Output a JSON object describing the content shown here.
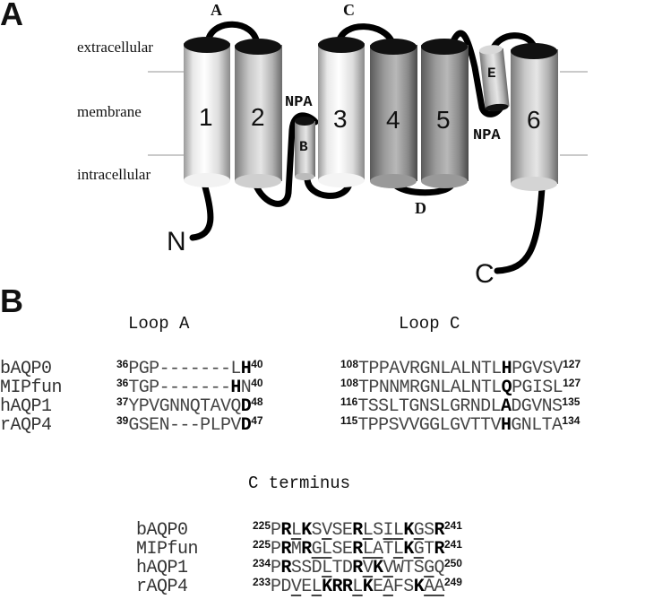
{
  "panel_a": {
    "label": "A",
    "regions": [
      "extracellular",
      "membrane",
      "intracellular"
    ],
    "helices": [
      "1",
      "2",
      "3",
      "4",
      "5",
      "6"
    ],
    "loops": {
      "A": "A",
      "B": "B",
      "C": "C",
      "D": "D",
      "E": "E"
    },
    "motifs": {
      "npa_1": "NPA",
      "npa_2": "NPA"
    },
    "termini": {
      "n": "N",
      "c": "C"
    }
  },
  "panel_b": {
    "label": "B",
    "loop_a": {
      "title": "Loop A",
      "rows": [
        {
          "name": "bAQP0",
          "start": "36",
          "residues": [
            [
              "PGP-------L",
              ""
            ],
            [
              "H",
              "b"
            ]
          ],
          "end": "40"
        },
        {
          "name": "MIPfun",
          "start": "36",
          "residues": [
            [
              "TGP-------",
              ""
            ],
            [
              "H",
              "b"
            ],
            [
              "N",
              ""
            ]
          ],
          "end": "40"
        },
        {
          "name": "hAQP1",
          "start": "37",
          "residues": [
            [
              "YPVGNNQTAVQ",
              ""
            ],
            [
              "D",
              "b"
            ]
          ],
          "end": "48"
        },
        {
          "name": "rAQP4",
          "start": "39",
          "residues": [
            [
              "GSEN---PLPV",
              ""
            ],
            [
              "D",
              "b"
            ]
          ],
          "end": "47"
        }
      ]
    },
    "loop_c": {
      "title": "Loop C",
      "rows": [
        {
          "start": "108",
          "residues": [
            [
              "TPPAVRGNLALNTL",
              ""
            ],
            [
              "H",
              "b"
            ],
            [
              "PGVSV",
              ""
            ]
          ],
          "end": "127"
        },
        {
          "start": "108",
          "residues": [
            [
              "TPNNMRGNLALNTL",
              ""
            ],
            [
              "Q",
              "b"
            ],
            [
              "PGISL",
              ""
            ]
          ],
          "end": "127"
        },
        {
          "start": "116",
          "residues": [
            [
              "TSSLTGNSLGRNDL",
              ""
            ],
            [
              "A",
              "b"
            ],
            [
              "DGVNS",
              ""
            ]
          ],
          "end": "135"
        },
        {
          "start": "115",
          "residues": [
            [
              "TPPSVVGGLGVTTV",
              ""
            ],
            [
              "H",
              "b"
            ],
            [
              "GNLTA",
              ""
            ]
          ],
          "end": "134"
        }
      ]
    },
    "c_terminus": {
      "title": "C terminus",
      "rows": [
        {
          "name": "bAQP0",
          "start": "225",
          "residues": [
            [
              "P",
              ""
            ],
            [
              "R",
              "b"
            ],
            [
              "L",
              "u"
            ],
            [
              "K",
              "b"
            ],
            [
              "S",
              ""
            ],
            [
              "V",
              "u"
            ],
            [
              "SE",
              ""
            ],
            [
              "R",
              "b"
            ],
            [
              "L",
              "u"
            ],
            [
              "S",
              ""
            ],
            [
              "I",
              "u"
            ],
            [
              "L",
              "u"
            ],
            [
              "K",
              "b"
            ],
            [
              "G",
              "u"
            ],
            [
              "S",
              ""
            ],
            [
              "R",
              "b"
            ]
          ],
          "end": "241"
        },
        {
          "name": "MIPfun",
          "start": "225",
          "residues": [
            [
              "P",
              ""
            ],
            [
              "R",
              "b"
            ],
            [
              "M",
              ""
            ],
            [
              "R",
              "b"
            ],
            [
              "GL",
              "u"
            ],
            [
              "SE",
              ""
            ],
            [
              "R",
              "b"
            ],
            [
              "LA",
              "u"
            ],
            [
              "T",
              ""
            ],
            [
              "L",
              "u"
            ],
            [
              "K",
              "b"
            ],
            [
              "G",
              "u"
            ],
            [
              "T",
              ""
            ],
            [
              "R",
              "b"
            ]
          ],
          "end": "241"
        },
        {
          "name": "hAQP1",
          "start": "234",
          "residues": [
            [
              "P",
              ""
            ],
            [
              "R",
              "b"
            ],
            [
              "SSD",
              ""
            ],
            [
              "L",
              "u"
            ],
            [
              "TD",
              ""
            ],
            [
              "R",
              "b"
            ],
            [
              "V",
              "u"
            ],
            [
              "K",
              "b"
            ],
            [
              "V",
              "u"
            ],
            [
              "WTS",
              ""
            ],
            [
              "G",
              "u"
            ],
            [
              "Q",
              ""
            ]
          ],
          "end": "250"
        },
        {
          "name": "rAQP4",
          "start": "233",
          "residues": [
            [
              "PD",
              ""
            ],
            [
              "V",
              "u"
            ],
            [
              "E",
              ""
            ],
            [
              "L",
              "u"
            ],
            [
              "KRR",
              "b"
            ],
            [
              "L",
              "u"
            ],
            [
              "K",
              "b"
            ],
            [
              "E",
              ""
            ],
            [
              "A",
              "u"
            ],
            [
              "FS",
              ""
            ],
            [
              "K",
              "b"
            ],
            [
              "AA",
              "u"
            ]
          ],
          "end": "249"
        }
      ]
    }
  }
}
